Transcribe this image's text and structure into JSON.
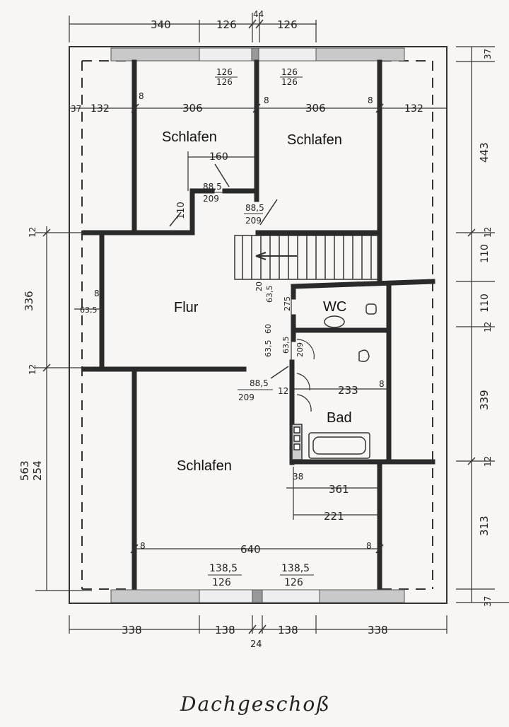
{
  "title": "Dachgeschoß",
  "rooms": {
    "bedroom_top_left": "Schlafen",
    "bedroom_top_right": "Schlafen",
    "hall": "Flur",
    "wc": "WC",
    "bath": "Bad",
    "bedroom_bottom": "Schlafen"
  },
  "dims": {
    "top_340": "340",
    "top_126a": "126",
    "top_44": "44",
    "top_126b": "126",
    "win_tl_num": "126",
    "win_tl_den": "126",
    "win_tr_num": "126",
    "win_tr_den": "126",
    "row_37": "37",
    "row_132l": "132",
    "row_306a": "306",
    "row_306b": "306",
    "row_132r": "132",
    "w8_a": "8",
    "w8_b": "8",
    "w8_c": "8",
    "door160": "160",
    "door_a_num": "88,5",
    "door_a_den": "209",
    "door_b_num": "88,5",
    "door_b_den": "209",
    "d110": "110",
    "stair_20": "20",
    "stair_635": "63,5",
    "stair_275": "275",
    "flur_8": "8",
    "flur_63": "63,5",
    "v_6356": "63,5",
    "v_60": "60",
    "v_635b": "63,5",
    "v_209": "209",
    "door_c_num": "88,5",
    "door_c_den": "209",
    "bad_12": "12",
    "bad_233": "233",
    "bad_8": "8",
    "bad_38": "38",
    "d361": "361",
    "d221": "221",
    "b_8a": "8",
    "b_640": "640",
    "b_8b": "8",
    "win_bl_num": "138,5",
    "win_bl_den": "126",
    "win_br_num": "138,5",
    "win_br_den": "126",
    "bot_338a": "338",
    "bot_138a": "138",
    "bot_24": "24",
    "bot_138b": "138",
    "bot_338b": "338",
    "r_37a": "37",
    "r_443": "443",
    "r_12a": "12",
    "r_110a": "110",
    "r_110b": "110",
    "r_12b": "12",
    "r_339": "339",
    "r_12c": "12",
    "r_313": "313",
    "r_37b": "37",
    "l_12a": "12",
    "l_336": "336",
    "l_12b": "12",
    "l_563": "563",
    "l_254": "254"
  }
}
